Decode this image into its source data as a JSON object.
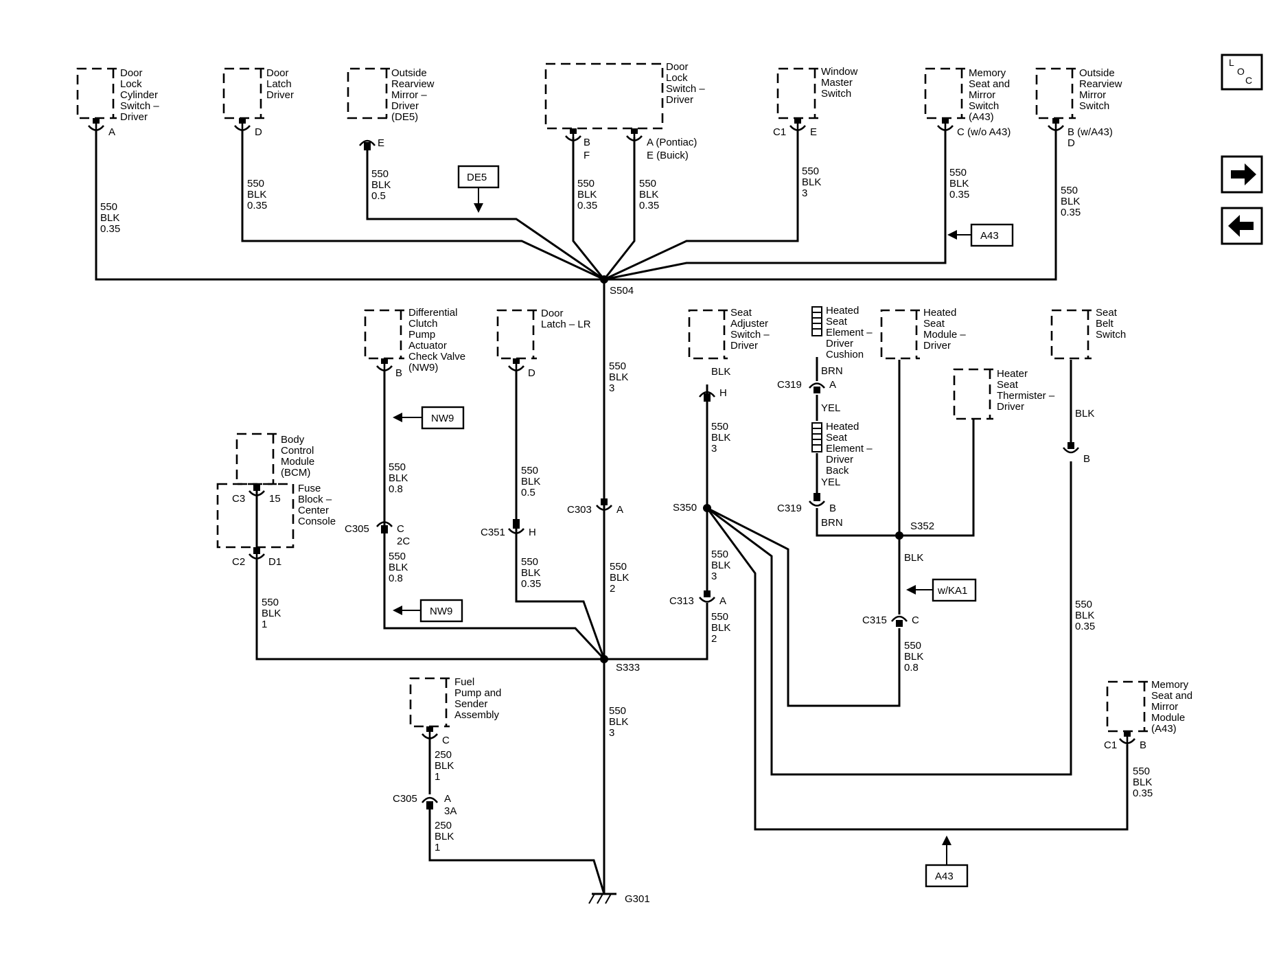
{
  "loc_button": {
    "l": "L",
    "o": "O",
    "c": "C"
  },
  "nav": {
    "next_icon": "arrow-right-icon",
    "prev_icon": "arrow-left-icon"
  },
  "components": {
    "door_lock_cylinder": [
      "Door",
      "Lock",
      "Cylinder",
      "Switch –",
      "Driver"
    ],
    "door_latch_driver": [
      "Door",
      "Latch",
      "Driver"
    ],
    "outside_mirror_driver": [
      "Outside",
      "Rearview",
      "Mirror –",
      "Driver",
      "(DE5)"
    ],
    "door_lock_switch_driver": [
      "Door",
      "Lock",
      "Switch –",
      "Driver"
    ],
    "window_master_switch": [
      "Window",
      "Master",
      "Switch"
    ],
    "memory_seat_mirror_switch": [
      "Memory",
      "Seat and",
      "Mirror",
      "Switch",
      "(A43)"
    ],
    "outside_mirror_switch": [
      "Outside",
      "Rearview",
      "Mirror",
      "Switch"
    ],
    "diff_clutch_pump": [
      "Differential",
      "Clutch",
      "Pump",
      "Actuator",
      "Check Valve",
      "(NW9)"
    ],
    "door_latch_lr": [
      "Door",
      "Latch – LR"
    ],
    "bcm": [
      "Body",
      "Control",
      "Module",
      "(BCM)"
    ],
    "fuse_block": [
      "Fuse",
      "Block –",
      "Center",
      "Console"
    ],
    "seat_adjuster_switch": [
      "Seat",
      "Adjuster",
      "Switch –",
      "Driver"
    ],
    "heated_seat_cushion": [
      "Heated",
      "Seat",
      "Element –",
      "Driver",
      "Cushion"
    ],
    "heated_seat_back": [
      "Heated",
      "Seat",
      "Element –",
      "Driver",
      "Back"
    ],
    "heated_seat_module": [
      "Heated",
      "Seat",
      "Module –",
      "Driver"
    ],
    "seat_belt_switch": [
      "Seat",
      "Belt",
      "Switch"
    ],
    "heater_seat_thermister": [
      "Heater",
      "Seat",
      "Thermister –",
      "Driver"
    ],
    "fuel_pump": [
      "Fuel",
      "Pump and",
      "Sender",
      "Assembly"
    ],
    "memory_seat_mirror_module": [
      "Memory",
      "Seat and",
      "Mirror",
      "Module",
      "(A43)"
    ]
  },
  "pins": {
    "p_a1": "A",
    "p_d1": "D",
    "p_e1": "E",
    "p_b_f": [
      "B",
      "F"
    ],
    "p_a_pontiac": [
      "A (Pontiac)",
      "E (Buick)"
    ],
    "p_c1": "C1",
    "p_e2": "E",
    "p_c_wo": "C (w/o A43)",
    "p_b_w": [
      "B (w/A43)",
      "D"
    ],
    "p_b2": "B",
    "p_d2": "D",
    "p_c3": "C3",
    "p_15": "15",
    "p_c2": "C2",
    "p_d1b": "D1",
    "p_h1": "H",
    "p_b3": "B",
    "p_c_fuel": "C",
    "p_c1b": "C1",
    "p_b4": "B"
  },
  "connectors": {
    "c319a": [
      "C319",
      "A"
    ],
    "c319b": [
      "C319",
      "B"
    ],
    "c305": [
      "C305",
      "C",
      "2C"
    ],
    "c351": [
      "C351",
      "H"
    ],
    "c303": [
      "C303",
      "A"
    ],
    "c313": [
      "C313",
      "A"
    ],
    "c315": [
      "C315",
      "C"
    ],
    "c305b": [
      "C305",
      "A",
      "3A"
    ]
  },
  "splices": {
    "s504": "S504",
    "s333": "S333",
    "s350": "S350",
    "s352": "S352"
  },
  "ground": "G301",
  "option_tags": {
    "de5": "DE5",
    "a43_top": "A43",
    "nw9_top": "NW9",
    "nw9_bottom": "NW9",
    "wka1": "w/KA1",
    "a43_bottom": "A43"
  },
  "wires": {
    "w1": [
      "550",
      "BLK",
      "0.35"
    ],
    "w2": [
      "550",
      "BLK",
      "0.35"
    ],
    "w3": [
      "550",
      "BLK",
      "0.5"
    ],
    "w4": [
      "550",
      "BLK",
      "0.35"
    ],
    "w5": [
      "550",
      "BLK",
      "0.35"
    ],
    "w6": [
      "550",
      "BLK",
      "3"
    ],
    "w7": [
      "550",
      "BLK",
      "0.35"
    ],
    "w8": [
      "550",
      "BLK",
      "0.35"
    ],
    "w9": [
      "550",
      "BLK",
      "3"
    ],
    "w10": [
      "550",
      "BLK",
      "0.8"
    ],
    "w11": [
      "550",
      "BLK",
      "0.8"
    ],
    "w12": [
      "550",
      "BLK",
      "0.5"
    ],
    "w13": [
      "550",
      "BLK",
      "0.35"
    ],
    "w14": [
      "550",
      "BLK",
      "2"
    ],
    "w15": [
      "550",
      "BLK",
      "1"
    ],
    "w16": [
      "BLK"
    ],
    "w17": [
      "550",
      "BLK",
      "3"
    ],
    "w18": [
      "550",
      "BLK",
      "3"
    ],
    "w19": [
      "550",
      "BLK",
      "2"
    ],
    "w20": [
      "BRN"
    ],
    "w21": [
      "YEL"
    ],
    "w22": [
      "YEL"
    ],
    "w23": [
      "BRN"
    ],
    "w24": [
      "BLK"
    ],
    "w25": [
      "BLK"
    ],
    "w26": [
      "550",
      "BLK",
      "0.8"
    ],
    "w27": [
      "550",
      "BLK",
      "0.35"
    ],
    "w28": [
      "550",
      "BLK",
      "0.35"
    ],
    "w29": [
      "550",
      "BLK",
      "3"
    ],
    "w30": [
      "250",
      "BLK",
      "1"
    ],
    "w31": [
      "250",
      "BLK",
      "1"
    ]
  }
}
